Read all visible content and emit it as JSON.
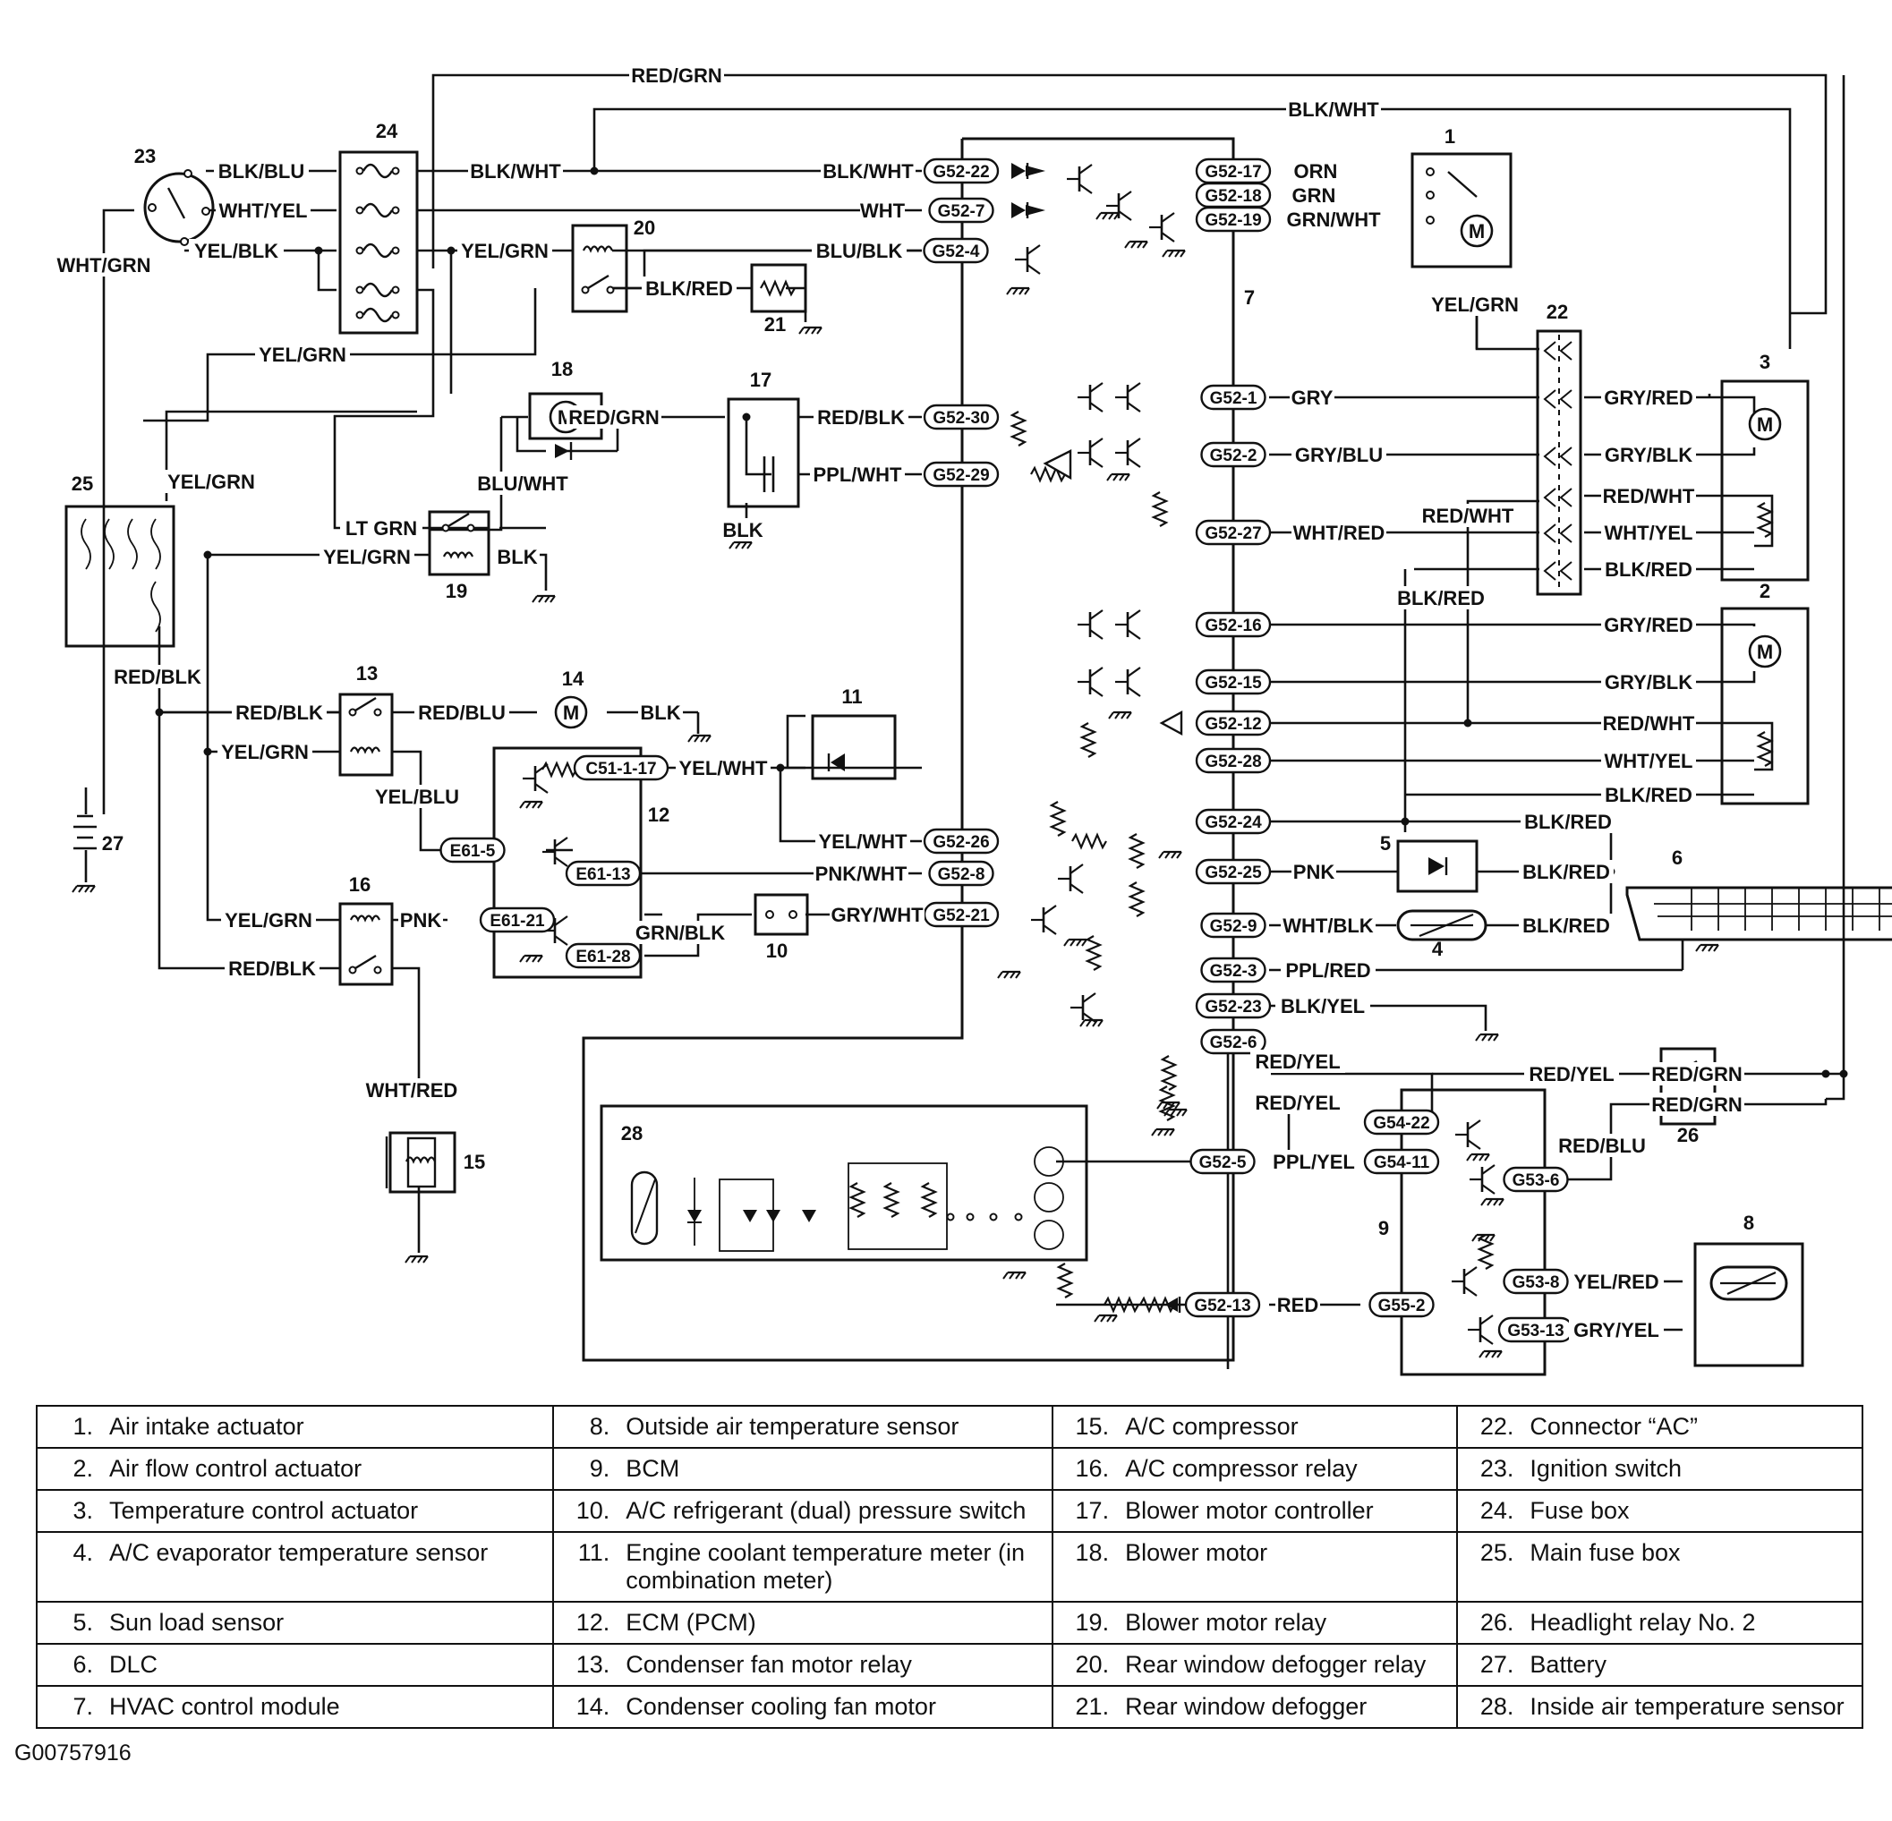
{
  "diagram": {
    "type": "wiring-diagram",
    "code": "G00757916",
    "component_numbers": [
      "1",
      "2",
      "3",
      "4",
      "5",
      "6",
      "7",
      "8",
      "9",
      "10",
      "11",
      "12",
      "13",
      "14",
      "15",
      "16",
      "17",
      "18",
      "19",
      "20",
      "21",
      "22",
      "23",
      "24",
      "25",
      "26",
      "27",
      "28"
    ],
    "wire_labels": [
      "RED/GRN",
      "BLK/WHT",
      "BLK/BLU",
      "WHT/YEL",
      "YEL/BLK",
      "WHT/GRN",
      "YEL/GRN",
      "BLU/BLK",
      "BLK/RED",
      "LT GRN",
      "BLK",
      "BLU/WHT",
      "RED/BLK",
      "PPL/WHT",
      "RED/BLU",
      "YEL/BLU",
      "YEL/WHT",
      "PNK/WHT",
      "GRN/BLK",
      "GRY/WHT",
      "PNK",
      "WHT/RED",
      "ORN",
      "GRN",
      "GRN/WHT",
      "GRY",
      "GRY/BLU",
      "GRY/RED",
      "GRY/BLK",
      "RED/WHT",
      "WHT",
      "BLK/YEL",
      "PPL/RED",
      "WHT/BLK",
      "RED/YEL",
      "PPL/YEL",
      "RED",
      "YEL/RED",
      "GRY/YEL"
    ],
    "connector_pins": [
      "G52-22",
      "G52-7",
      "G52-4",
      "G52-17",
      "G52-18",
      "G52-19",
      "G52-30",
      "G52-29",
      "G52-1",
      "G52-2",
      "G52-27",
      "G52-16",
      "G52-15",
      "G52-12",
      "G52-28",
      "G52-24",
      "G52-25",
      "G52-26",
      "G52-8",
      "G52-21",
      "G52-9",
      "G52-3",
      "G52-23",
      "G52-6",
      "G52-5",
      "G52-13",
      "C51-1-17",
      "E61-5",
      "E61-13",
      "E61-21",
      "E61-28",
      "G54-22",
      "G54-11",
      "G53-6",
      "G53-8",
      "G53-13",
      "G55-2"
    ]
  },
  "legend": [
    [
      {
        "num": "1.",
        "text": "Air intake actuator"
      },
      {
        "num": "8.",
        "text": "Outside air temperature sensor"
      },
      {
        "num": "15.",
        "text": "A/C compressor"
      },
      {
        "num": "22.",
        "text": "Connector “AC”"
      }
    ],
    [
      {
        "num": "2.",
        "text": "Air flow control actuator"
      },
      {
        "num": "9.",
        "text": "BCM"
      },
      {
        "num": "16.",
        "text": "A/C compressor relay"
      },
      {
        "num": "23.",
        "text": "Ignition switch"
      }
    ],
    [
      {
        "num": "3.",
        "text": "Temperature control actuator"
      },
      {
        "num": "10.",
        "text": "A/C refrigerant (dual) pressure switch"
      },
      {
        "num": "17.",
        "text": "Blower motor controller"
      },
      {
        "num": "24.",
        "text": "Fuse box"
      }
    ],
    [
      {
        "num": "4.",
        "text": "A/C evaporator temperature sensor"
      },
      {
        "num": "11.",
        "text": "Engine coolant temperature meter (in combination meter)"
      },
      {
        "num": "18.",
        "text": "Blower motor"
      },
      {
        "num": "25.",
        "text": "Main fuse box"
      }
    ],
    [
      {
        "num": "5.",
        "text": "Sun load sensor"
      },
      {
        "num": "12.",
        "text": "ECM (PCM)"
      },
      {
        "num": "19.",
        "text": "Blower motor relay"
      },
      {
        "num": "26.",
        "text": "Headlight relay No. 2"
      }
    ],
    [
      {
        "num": "6.",
        "text": "DLC"
      },
      {
        "num": "13.",
        "text": "Condenser fan motor relay"
      },
      {
        "num": "20.",
        "text": "Rear window defogger relay"
      },
      {
        "num": "27.",
        "text": "Battery"
      }
    ],
    [
      {
        "num": "7.",
        "text": "HVAC control module"
      },
      {
        "num": "14.",
        "text": "Condenser cooling fan motor"
      },
      {
        "num": "21.",
        "text": "Rear window defogger"
      },
      {
        "num": "28.",
        "text": "Inside air temperature sensor"
      }
    ]
  ]
}
